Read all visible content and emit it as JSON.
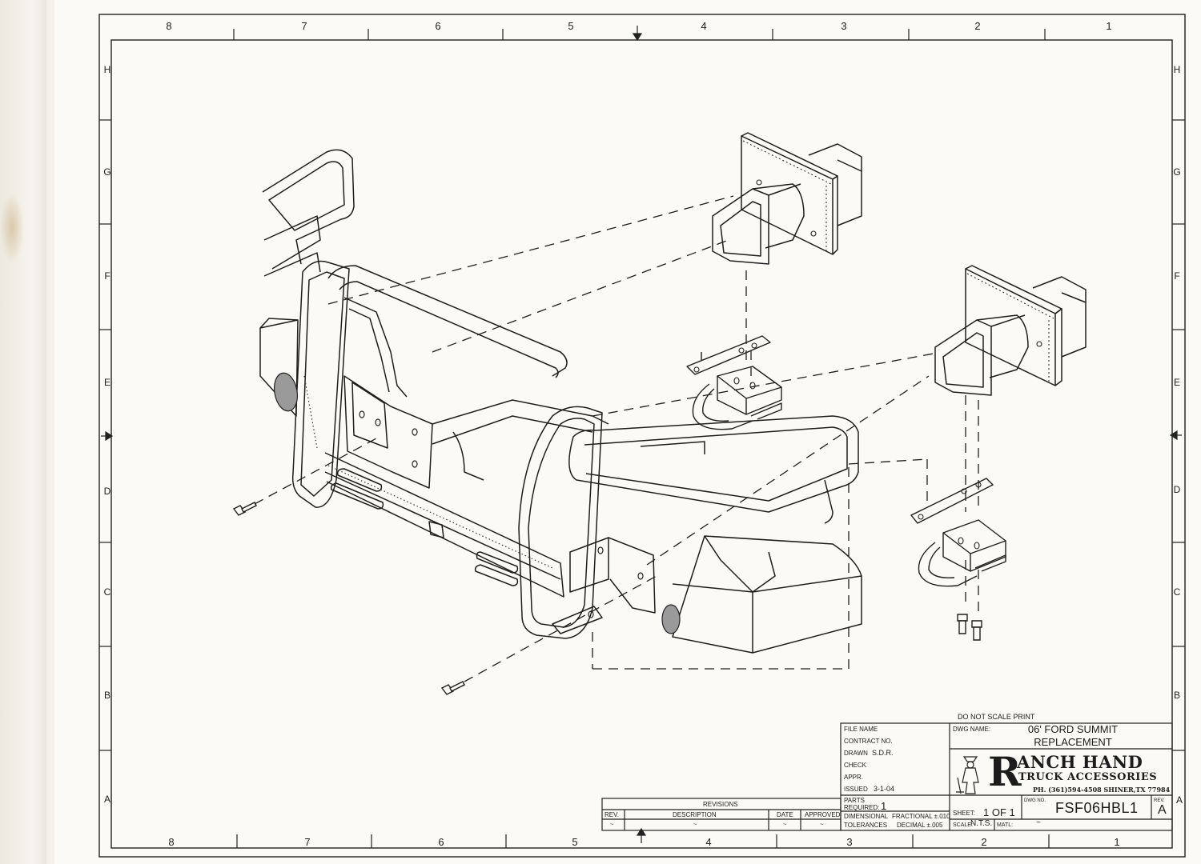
{
  "zones": {
    "columns": [
      "8",
      "7",
      "6",
      "5",
      "4",
      "3",
      "2",
      "1"
    ],
    "rows": [
      "H",
      "G",
      "F",
      "E",
      "D",
      "C",
      "B",
      "A"
    ]
  },
  "title_block": {
    "warning": "DO NOT SCALE PRINT",
    "file_name_label": "FILE NAME",
    "contract_no_label": "CONTRACT NO.",
    "drawn_label": "DRAWN",
    "drawn_value": "S.D.R.",
    "check_label": "CHECK",
    "appr_label": "APPR.",
    "issued_label": "ISSUED",
    "issued_value": "3-1-04",
    "dwg_name_label": "DWG NAME:",
    "dwg_name_line1": "06' FORD SUMMIT",
    "dwg_name_line2": "REPLACEMENT",
    "company_initial": "R",
    "company_name": "ANCH HAND",
    "company_sub": "TRUCK ACCESSORIES",
    "company_phone": "PH. (361)594-4508 SHINER,TX 77984",
    "parts_required_label_1": "PARTS",
    "parts_required_label_2": "REQUIRED:",
    "parts_required_value": "1",
    "dimensional_label": "DIMENSIONAL",
    "fractional_label": "FRACTIONAL ±.010",
    "tolerances_label": "TOLERANCES",
    "decimal_label": "DECIMAL   ±.005",
    "sheet_label": "SHEET:",
    "sheet_value": "1 OF 1",
    "scale_label": "SCALE:",
    "scale_value": "N.T.S.",
    "matl_label": "MATL:",
    "matl_value": "~",
    "dwg_no_label": "DWG NO.",
    "dwg_no_value": "FSF06HBL1",
    "rev_label": "REV.",
    "rev_value": "A"
  },
  "revisions": {
    "header": "REVISIONS",
    "columns": [
      "REV.",
      "DESCRIPTION",
      "DATE",
      "APPROVED"
    ],
    "row": [
      "~",
      "~",
      "~",
      "~"
    ]
  }
}
